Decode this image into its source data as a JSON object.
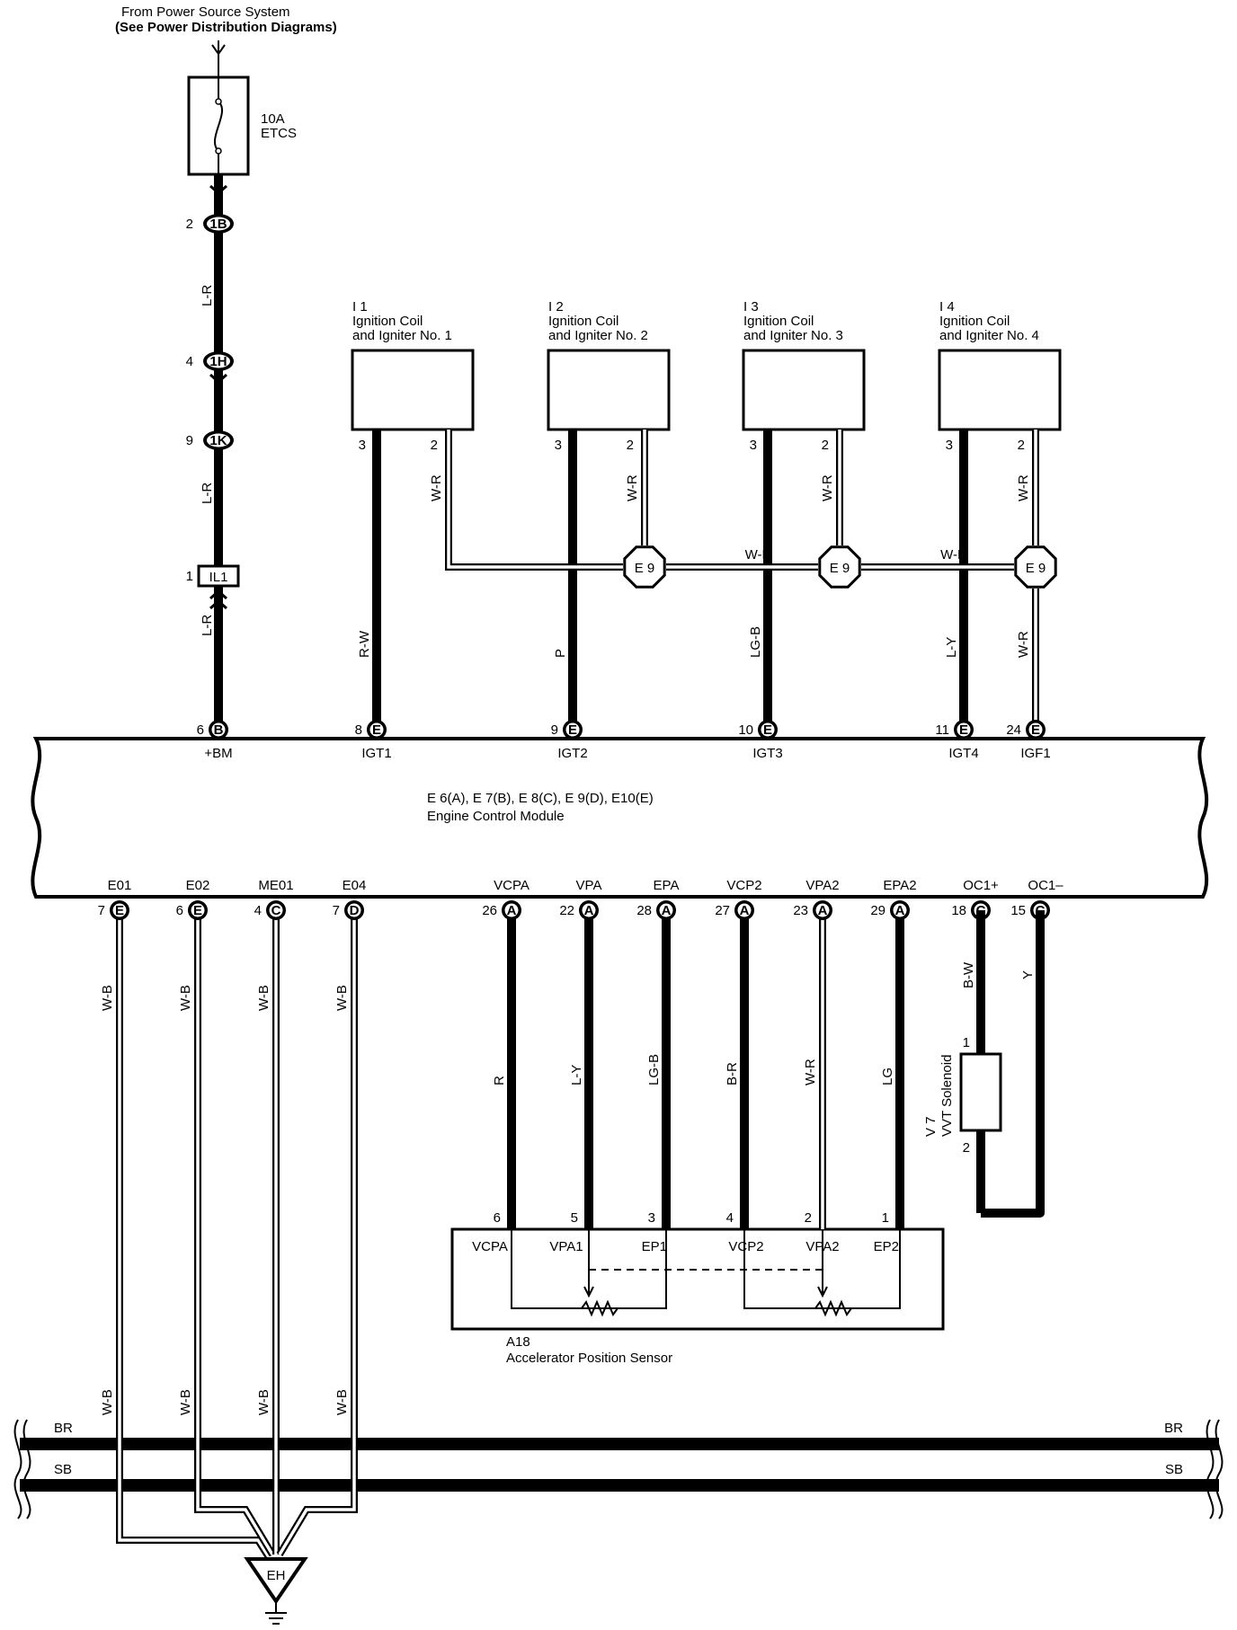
{
  "source": {
    "line1": "From Power Source System",
    "line2": "(See Power Distribution Diagrams)"
  },
  "fuse": {
    "rating": "10A",
    "name": "ETCS"
  },
  "power_chain": [
    {
      "pin": "2",
      "connector": "1B",
      "shape": "oval"
    },
    {
      "pin": "4",
      "connector": "1H",
      "shape": "oval"
    },
    {
      "pin": "9",
      "connector": "1K",
      "shape": "oval"
    },
    {
      "pin": "1",
      "connector": "IL1",
      "shape": "rect"
    }
  ],
  "power_wire_colors": [
    "L-R",
    "L-R",
    "L-R"
  ],
  "coils": [
    {
      "id": "I 1",
      "name1": "Ignition Coil",
      "name2": "and Igniter No. 1",
      "pin3": "3",
      "pin2": "2",
      "main_color": "R-W",
      "signal_color": "W-R",
      "ecm_pin": "8",
      "ecm_conn": "E",
      "ecm_label": "IGT1"
    },
    {
      "id": "I 2",
      "name1": "Ignition Coil",
      "name2": "and Igniter No. 2",
      "pin3": "3",
      "pin2": "2",
      "main_color": "P",
      "signal_color": "W-R",
      "ecm_pin": "9",
      "ecm_conn": "E",
      "ecm_label": "IGT2"
    },
    {
      "id": "I 3",
      "name1": "Ignition Coil",
      "name2": "and Igniter No. 3",
      "pin3": "3",
      "pin2": "2",
      "main_color": "LG-B",
      "signal_color": "W-R",
      "ecm_pin": "10",
      "ecm_conn": "E",
      "ecm_label": "IGT3"
    },
    {
      "id": "I 4",
      "name1": "Ignition Coil",
      "name2": "and Igniter No. 4",
      "pin3": "3",
      "pin2": "2",
      "main_color": "L-Y",
      "signal_color": "W-R",
      "ecm_pin": "11",
      "ecm_conn": "E",
      "ecm_label": "IGT4"
    }
  ],
  "junction_label": "E 9",
  "bus_color": "W-R",
  "igf": {
    "ecm_pin": "24",
    "ecm_conn": "E",
    "ecm_label": "IGF1",
    "wire_color": "W-R"
  },
  "bm": {
    "ecm_pin": "6",
    "ecm_conn": "B",
    "ecm_label": "+BM"
  },
  "ecm": {
    "connectors": "E 6(A), E 7(B), E 8(C), E 9(D), E10(E)",
    "name": "Engine Control Module"
  },
  "grounds": [
    {
      "label": "E01",
      "pin": "7",
      "conn": "E",
      "color": "W-B"
    },
    {
      "label": "E02",
      "pin": "6",
      "conn": "E",
      "color": "W-B"
    },
    {
      "label": "ME01",
      "pin": "4",
      "conn": "C",
      "color": "W-B"
    },
    {
      "label": "E04",
      "pin": "7",
      "conn": "D",
      "color": "W-B"
    }
  ],
  "ground_point": "EH",
  "sensor_pins": [
    {
      "label": "VCPA",
      "pin": "26",
      "conn": "A",
      "color": "R",
      "sensor_pin": "6",
      "sensor_label": "VCPA",
      "heavy": true
    },
    {
      "label": "VPA",
      "pin": "22",
      "conn": "A",
      "color": "L-Y",
      "sensor_pin": "5",
      "sensor_label": "VPA1",
      "heavy": true
    },
    {
      "label": "EPA",
      "pin": "28",
      "conn": "A",
      "color": "LG-B",
      "sensor_pin": "3",
      "sensor_label": "EP1",
      "heavy": true
    },
    {
      "label": "VCP2",
      "pin": "27",
      "conn": "A",
      "color": "B-R",
      "sensor_pin": "4",
      "sensor_label": "VCP2",
      "heavy": true
    },
    {
      "label": "VPA2",
      "pin": "23",
      "conn": "A",
      "color": "W-R",
      "sensor_pin": "2",
      "sensor_label": "VPA2",
      "heavy": false
    },
    {
      "label": "EPA2",
      "pin": "29",
      "conn": "A",
      "color": "LG",
      "sensor_pin": "1",
      "sensor_label": "EP2",
      "heavy": true
    }
  ],
  "sensor": {
    "id": "A18",
    "name": "Accelerator Position Sensor"
  },
  "ocv": [
    {
      "label": "OC1+",
      "pin": "18",
      "conn": "C",
      "color": "B-W",
      "sol_pin": "1"
    },
    {
      "label": "OC1-",
      "pin": "15",
      "conn": "C",
      "color": "Y",
      "sol_pin": "2"
    }
  ],
  "solenoid": {
    "id": "V 7",
    "name": "VVT Solenoid"
  },
  "harness": [
    {
      "left": "BR",
      "right": "BR"
    },
    {
      "left": "SB",
      "right": "SB"
    }
  ]
}
